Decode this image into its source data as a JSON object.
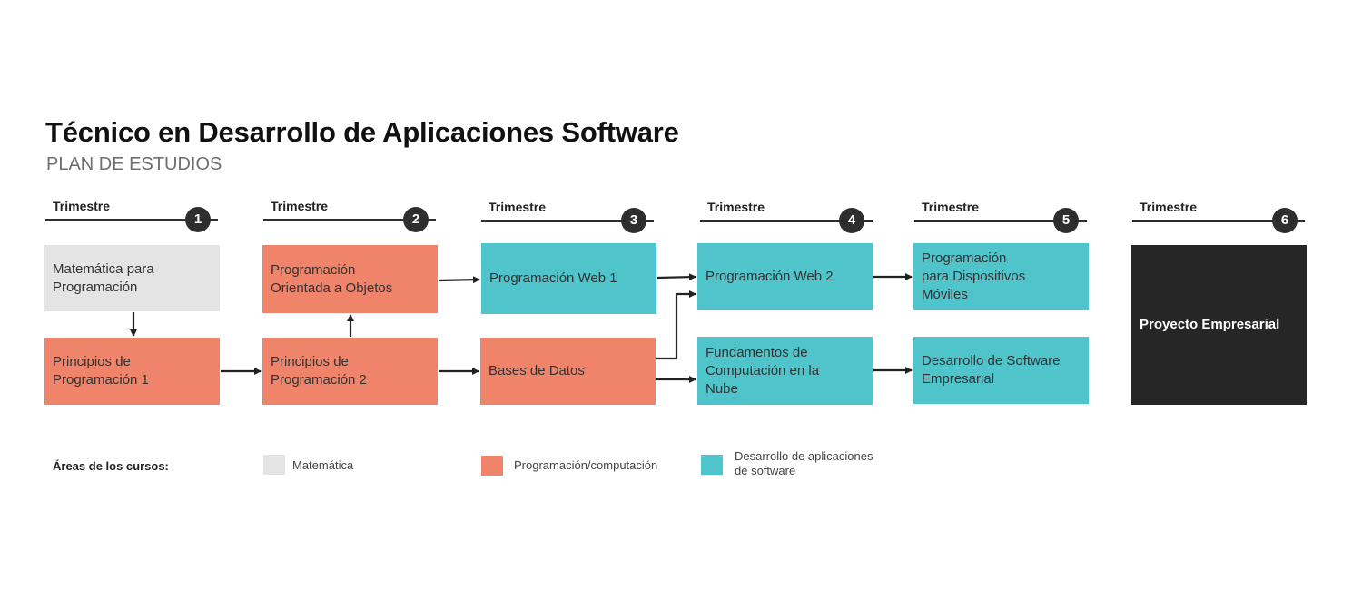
{
  "header": {
    "title": "Técnico en Desarrollo de Aplicaciones Software",
    "subtitle": "PLAN DE ESTUDIOS"
  },
  "terms": [
    {
      "label": "Trimestre",
      "number": "1"
    },
    {
      "label": "Trimestre",
      "number": "2"
    },
    {
      "label": "Trimestre",
      "number": "3"
    },
    {
      "label": "Trimestre",
      "number": "4"
    },
    {
      "label": "Trimestre",
      "number": "5"
    },
    {
      "label": "Trimestre",
      "number": "6"
    }
  ],
  "courses": {
    "matematica": "Matemática para\nProgramación",
    "principios1": "Principios de\nProgramación 1",
    "poo": "Programación\nOrientada a Objetos",
    "principios2": "Principios de\nProgramación 2",
    "web1": "Programación Web 1",
    "bases": "Bases de Datos",
    "web2": "Programación Web 2",
    "nube": "Fundamentos de\nComputación en la\nNube",
    "moviles": "Programación\npara Dispositivos\nMóviles",
    "empresarial": "Desarrollo de Software\nEmpresarial",
    "proyecto": "Proyecto Empresarial"
  },
  "legend": {
    "title": "Áreas de los cursos:",
    "items": [
      {
        "label": "Matemática",
        "color": "#e4e4e4"
      },
      {
        "label": "Programación/computación",
        "color": "#ef846b"
      },
      {
        "label": "Desarrollo de aplicaciones\nde software",
        "color": "#4fc4ca"
      }
    ]
  },
  "colors": {
    "math": "#e4e4e4",
    "programming": "#ef846b",
    "development": "#4fc4ca",
    "final": "#262626"
  }
}
